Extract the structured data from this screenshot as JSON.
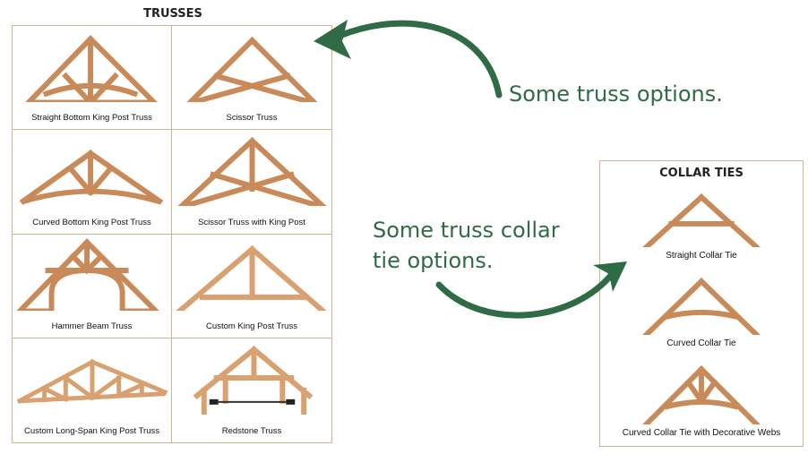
{
  "trusses": {
    "title": "TRUSSES",
    "items": [
      {
        "label": "Straight Bottom King Post Truss"
      },
      {
        "label": "Scissor Truss"
      },
      {
        "label": "Curved Bottom King Post Truss"
      },
      {
        "label": "Scissor Truss with King Post"
      },
      {
        "label": "Hammer Beam Truss"
      },
      {
        "label": "Custom King Post Truss"
      },
      {
        "label": "Custom Long-Span King Post Truss"
      },
      {
        "label": "Redstone Truss"
      }
    ]
  },
  "collar_ties": {
    "title": "COLLAR TIES",
    "items": [
      {
        "label": "Straight Collar Tie"
      },
      {
        "label": "Curved Collar Tie"
      },
      {
        "label": "Curved Collar Tie with Decorative Webs"
      }
    ]
  },
  "notes": {
    "truss_options": "Some truss options.",
    "collar_line1": "Some truss collar",
    "collar_line2": "tie options."
  },
  "colors": {
    "wood": "#c98a5a",
    "wood_dark": "#a8683d",
    "arrow_green": "#2f6b45",
    "border": "#c9b98a"
  }
}
